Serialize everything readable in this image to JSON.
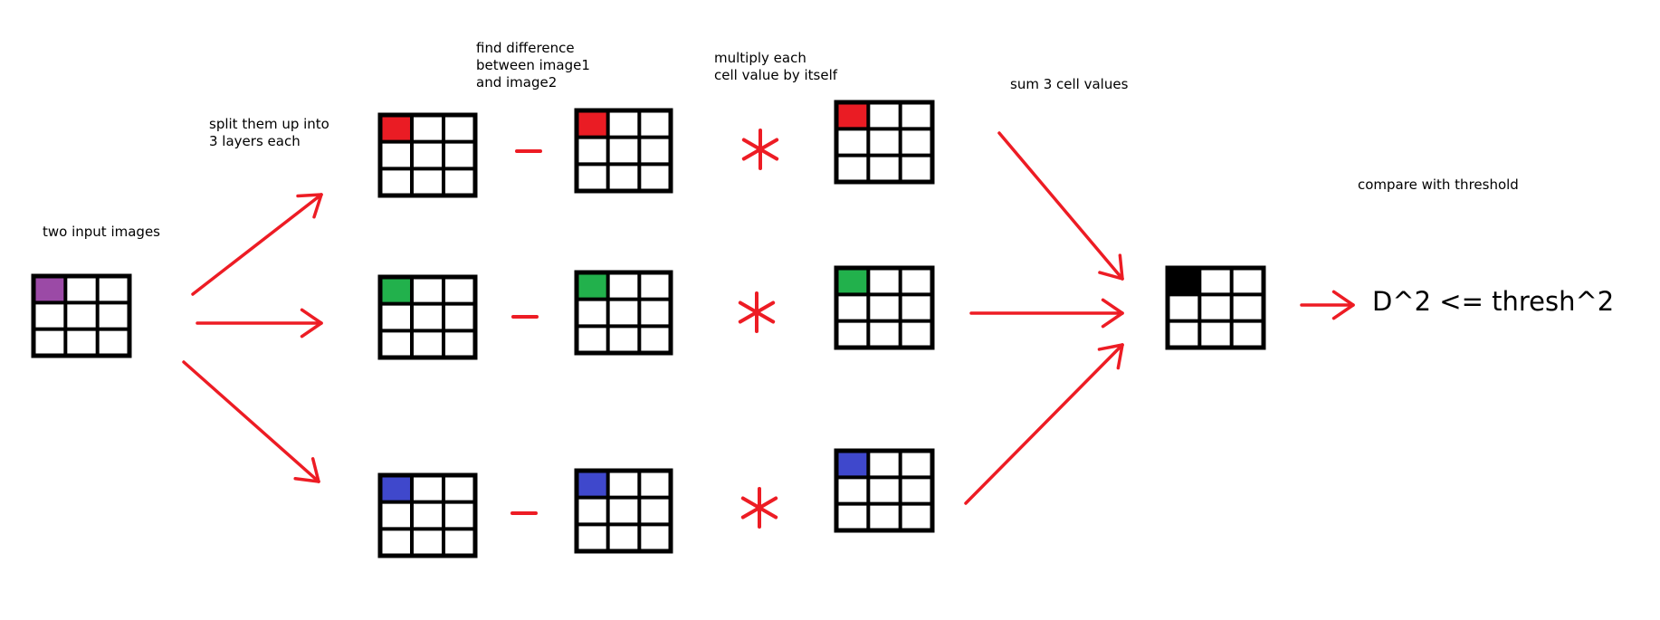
{
  "labels": {
    "input": "two input images",
    "split": [
      "split them up into",
      "3 layers each"
    ],
    "difference": [
      "find difference",
      "between image1",
      "and image2"
    ],
    "multiply": [
      "multiply each",
      "cell value by itself"
    ],
    "sum": "sum 3 cell values",
    "compare": "compare with threshold"
  },
  "formula": "D^2 <= thresh^2",
  "grids": {
    "input": {
      "rows": 3,
      "cols": 3,
      "highlight": "#9b4aa6"
    },
    "layers": [
      {
        "name": "red",
        "color": "#ea1c24"
      },
      {
        "name": "green",
        "color": "#22b14c"
      },
      {
        "name": "blue",
        "color": "#3f48cc"
      }
    ],
    "result": {
      "rows": 3,
      "cols": 3,
      "highlight": "#000000"
    }
  },
  "colors": {
    "arrow": "#ed1c24",
    "grid_line": "#000000"
  },
  "icons": {
    "minus": "minus-sign-icon",
    "multiply": "asterisk-icon",
    "arrow": "arrow-icon"
  }
}
